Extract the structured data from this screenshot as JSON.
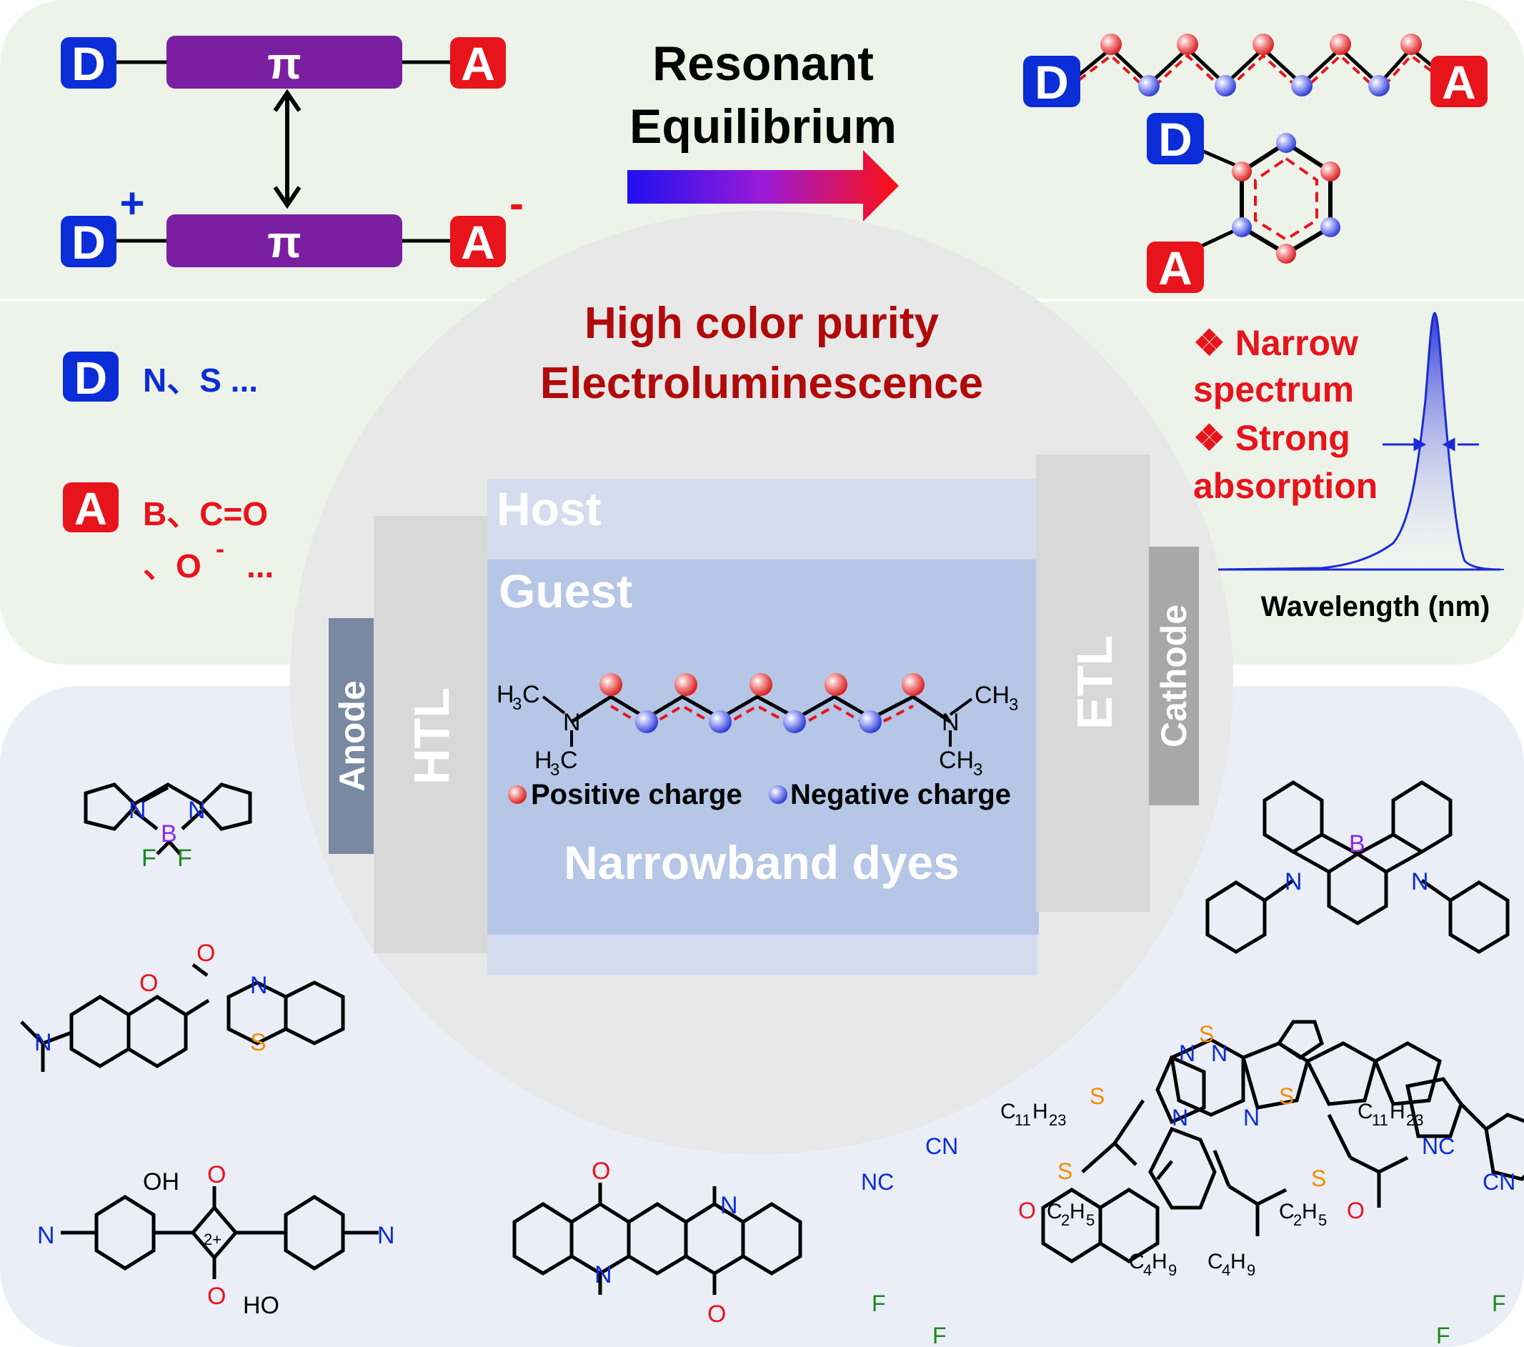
{
  "top": {
    "donor_letter": "D",
    "acceptor_letter": "A",
    "pi_label": "π",
    "plus_sign": "+",
    "minus_sign": "-",
    "resonant_line1": "Resonant",
    "resonant_line2": "Equilibrium"
  },
  "left": {
    "donor_examples": "N、S ...",
    "acceptor_examples_line1": "B、C=O",
    "acceptor_examples_line2": "、O",
    "acceptor_sup": "-",
    "acceptor_ellipsis": "..."
  },
  "center": {
    "title_line1": "High color purity",
    "title_line2": "Electroluminescence",
    "host": "Host",
    "guest": "Guest",
    "anode": "Anode",
    "htl": "HTL",
    "etl": "ETL",
    "cathode": "Cathode",
    "positive_charge": "Positive charge",
    "negative_charge": "Negative charge",
    "narrowband_dyes": "Narrowband dyes"
  },
  "spectrum": {
    "bullet1_line1": "❖ Narrow",
    "bullet1_line2": "spectrum",
    "bullet2_line1": "❖ Strong",
    "bullet2_line2": "absorption",
    "xlabel": "Wavelength (nm)"
  },
  "colors": {
    "donor_blue": "#0a2dd8",
    "acceptor_red": "#e8141b",
    "pi_purple": "#7b1fa2",
    "title_darkred": "#b00a0a",
    "spectrum_blue": "#1b2bd6"
  }
}
